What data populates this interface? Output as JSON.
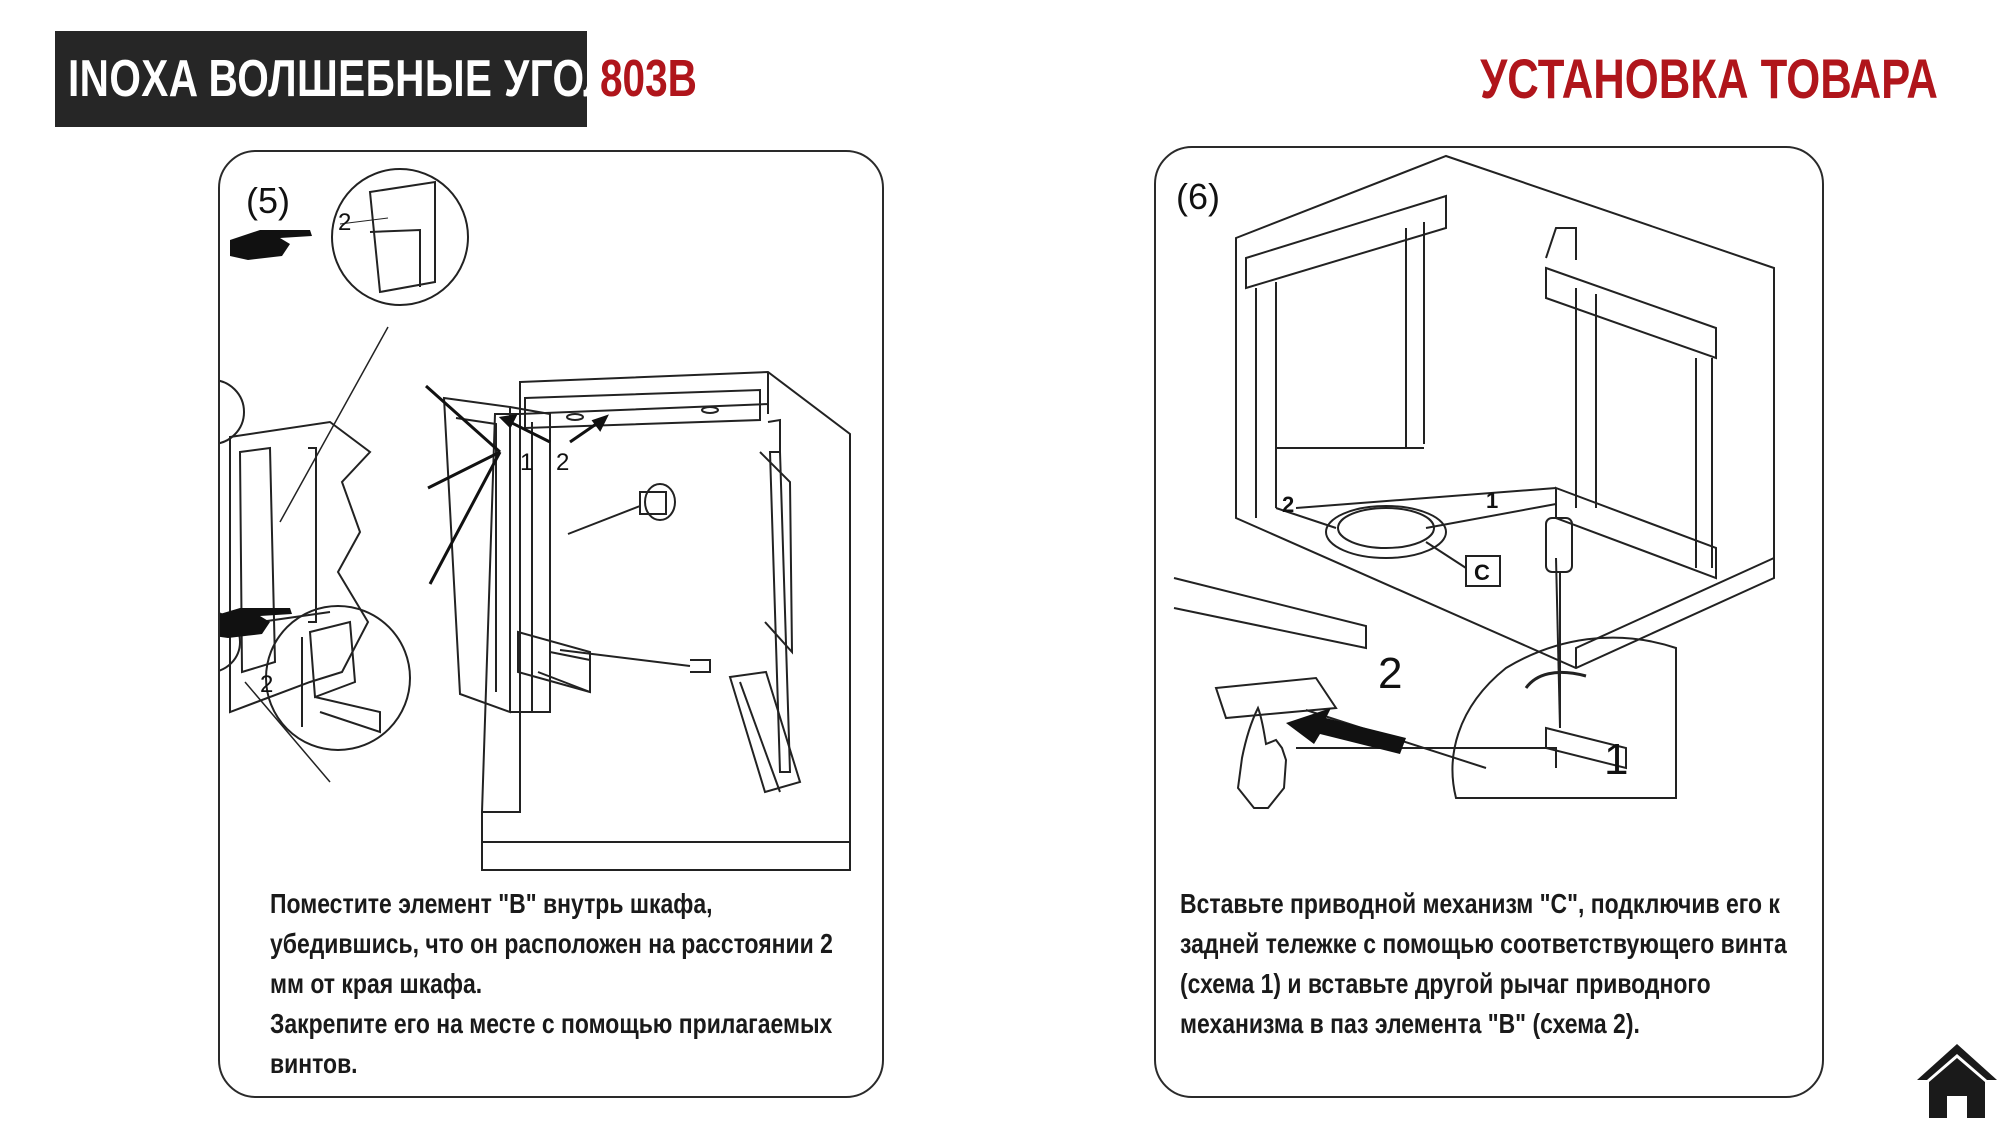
{
  "header": {
    "brand": "INOXA ВОЛШЕБНЫЕ УГОЛКИ",
    "model": "803B",
    "section_title": "УСТАНОВКА ТОВАРА"
  },
  "steps": [
    {
      "number": "(5)",
      "figure_labels": {
        "gap_top": "2",
        "gap_bottom": "2",
        "arrow_1": "1",
        "arrow_2": "2"
      },
      "caption_lines": [
        "Поместите элемент \"B\" внутрь шкафа,",
        "убедившись, что он расположен на расстоянии 2",
        "мм от края шкафа.",
        "Закрепите его на месте с помощью прилагаемых",
        "винтов."
      ]
    },
    {
      "number": "(6)",
      "figure_labels": {
        "link_2": "2",
        "link_1": "1",
        "mechanism": "C",
        "detail_2": "2",
        "detail_1": "1"
      },
      "caption_lines": [
        "Вставьте приводной механизм \"C\", подключив его к",
        "задней тележке с помощью соответствующего винта",
        "(схема 1) и вставьте другой рычаг приводного",
        "механизма в паз элемента \"B\" (схема 2)."
      ]
    }
  ],
  "footer": {
    "home_icon": "home-icon"
  },
  "colors": {
    "accent_red": "#b0151b",
    "brand_box": "#262626"
  }
}
